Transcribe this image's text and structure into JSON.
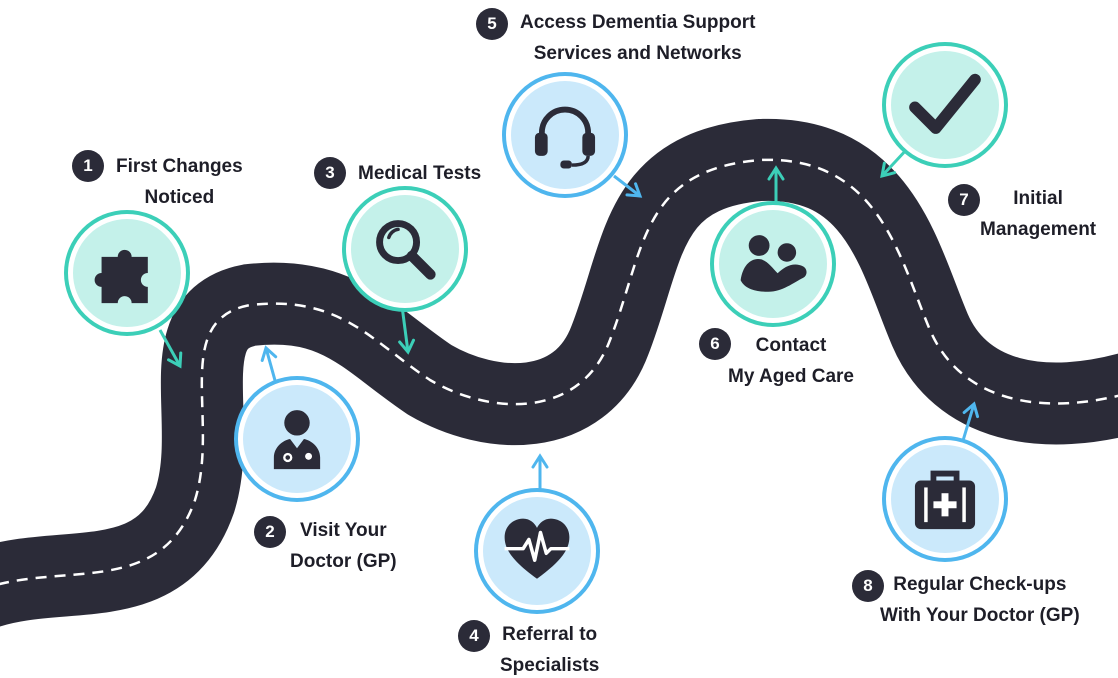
{
  "colors": {
    "road": "#2b2b38",
    "dash": "#ffffff",
    "teal_ring": "#3ccfb8",
    "teal_fill": "#c4f1ea",
    "blue_ring": "#4fb6ee",
    "blue_fill": "#cbe9fb",
    "icon": "#2b2b38",
    "text": "#1e1e28"
  },
  "steps": [
    {
      "number": "1",
      "lines": [
        "First Changes",
        "Noticed"
      ],
      "icon": "puzzle-icon",
      "theme": "teal"
    },
    {
      "number": "2",
      "lines": [
        "Visit Your",
        "Doctor (GP)"
      ],
      "icon": "doctor-icon",
      "theme": "blue"
    },
    {
      "number": "3",
      "lines": [
        "Medical Tests"
      ],
      "icon": "magnifier-icon",
      "theme": "teal"
    },
    {
      "number": "4",
      "lines": [
        "Referral to",
        "Specialists"
      ],
      "icon": "heartbeat-icon",
      "theme": "blue"
    },
    {
      "number": "5",
      "lines": [
        "Access Dementia Support",
        "Services and Networks"
      ],
      "icon": "headset-icon",
      "theme": "blue"
    },
    {
      "number": "6",
      "lines": [
        "Contact",
        "My Aged Care"
      ],
      "icon": "people-icon",
      "theme": "teal"
    },
    {
      "number": "7",
      "lines": [
        "Initial",
        "Management"
      ],
      "icon": "checkmark-icon",
      "theme": "teal"
    },
    {
      "number": "8",
      "lines": [
        "Regular Check-ups",
        "With Your Doctor (GP)"
      ],
      "icon": "medical-kit-icon",
      "theme": "blue"
    }
  ]
}
